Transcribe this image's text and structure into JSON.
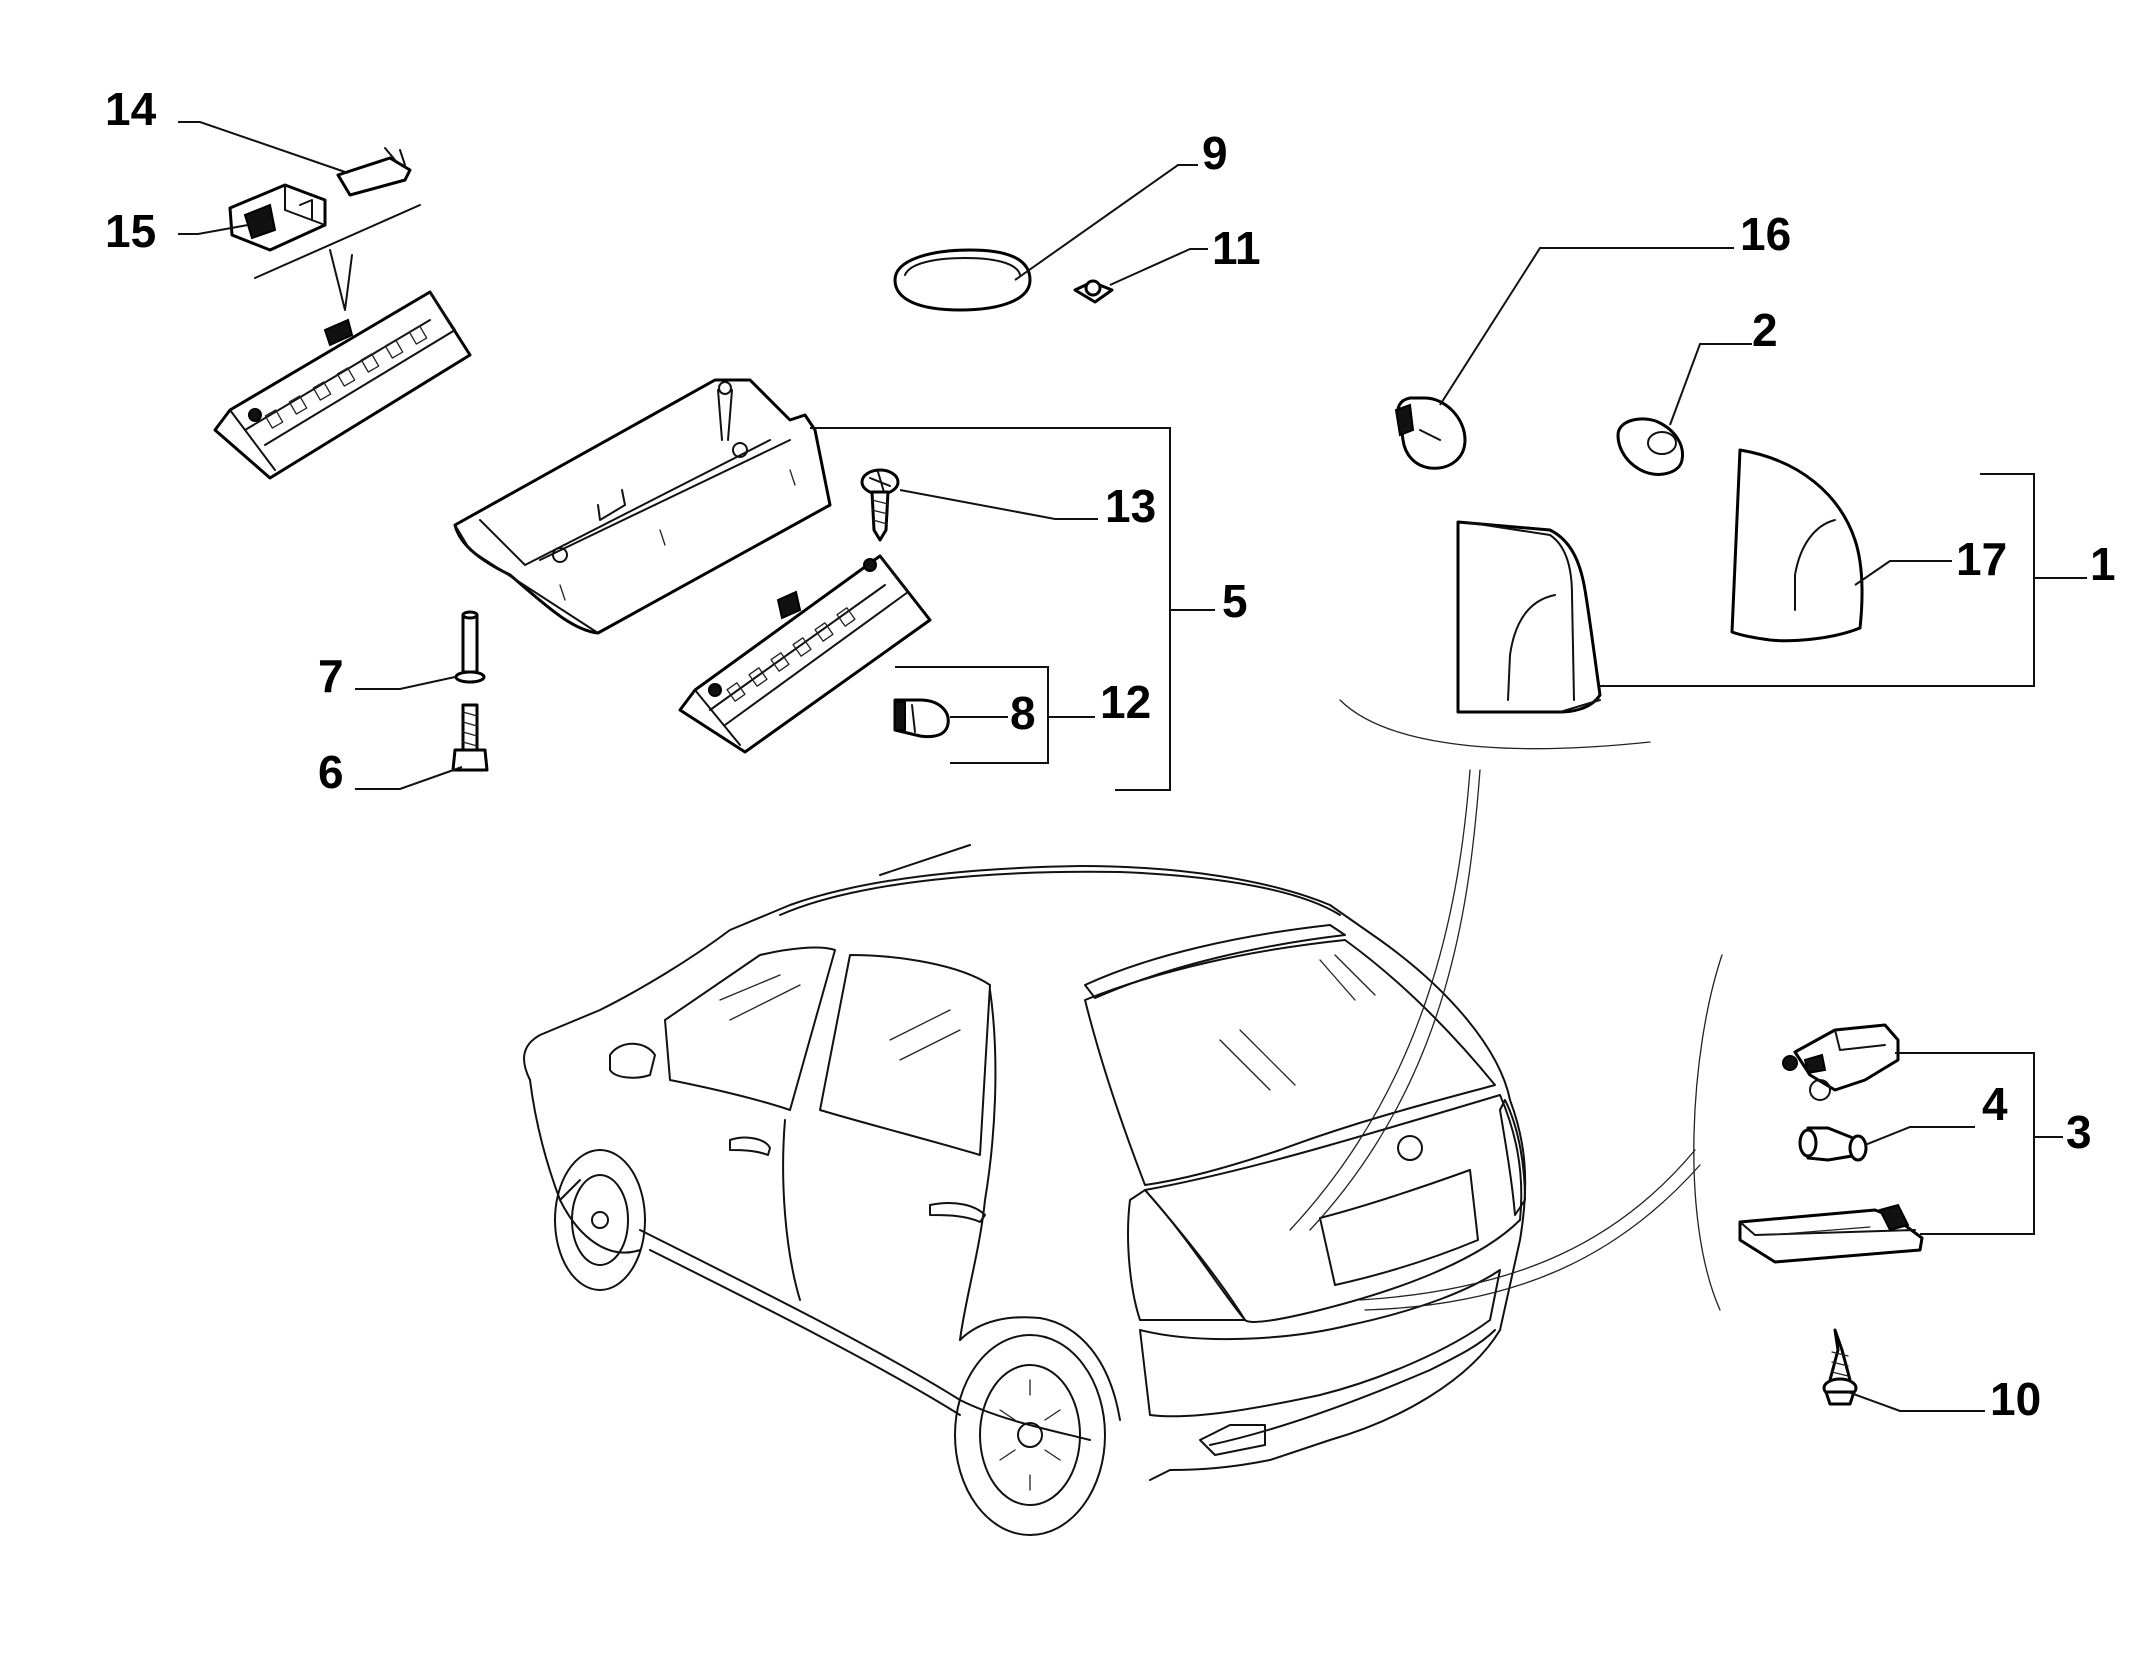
{
  "diagram": {
    "callouts": [
      {
        "id": "1",
        "text": "1"
      },
      {
        "id": "2",
        "text": "2"
      },
      {
        "id": "3",
        "text": "3"
      },
      {
        "id": "4",
        "text": "4"
      },
      {
        "id": "5",
        "text": "5"
      },
      {
        "id": "6",
        "text": "6"
      },
      {
        "id": "7",
        "text": "7"
      },
      {
        "id": "8",
        "text": "8"
      },
      {
        "id": "9",
        "text": "9"
      },
      {
        "id": "10",
        "text": "10"
      },
      {
        "id": "11",
        "text": "11"
      },
      {
        "id": "12",
        "text": "12"
      },
      {
        "id": "13",
        "text": "13"
      },
      {
        "id": "14",
        "text": "14"
      },
      {
        "id": "15",
        "text": "15"
      },
      {
        "id": "16",
        "text": "16"
      },
      {
        "id": "17",
        "text": "17"
      }
    ],
    "colors": {
      "line": "#000000",
      "background": "#ffffff"
    }
  }
}
